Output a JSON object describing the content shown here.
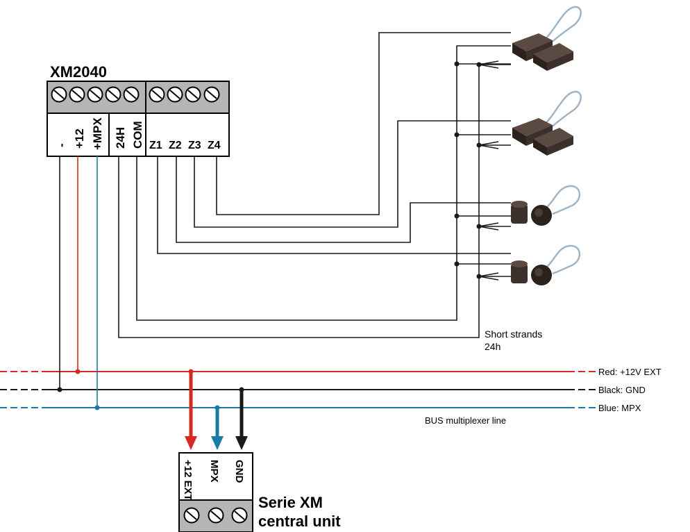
{
  "module": {
    "title": "XM2040",
    "terminals": [
      "-",
      "+12",
      "+MPX",
      "24H",
      "COM",
      "Z1",
      "Z2",
      "Z3",
      "Z4"
    ]
  },
  "central": {
    "title_line1": "Serie XM",
    "title_line2": "central unit",
    "terminals": [
      "+12 EXT",
      "MPX",
      "GND"
    ]
  },
  "bus": {
    "red_label": "Red: +12V EXT",
    "black_label": "Black: GND",
    "blue_label": "Blue: MPX",
    "bus_caption": "BUS multiplexer line"
  },
  "notes": {
    "short_strands_line1": "Short strands",
    "short_strands_line2": "24h"
  },
  "colors": {
    "red": "#d42a23",
    "black": "#1a1a1a",
    "blue": "#1b7ba6",
    "terminal_grey": "#b5b5b5",
    "sensor_brown": "#3b302b"
  },
  "sensors": [
    {
      "type": "rectangular-magnetic-contact"
    },
    {
      "type": "rectangular-magnetic-contact"
    },
    {
      "type": "round-magnetic-contact"
    },
    {
      "type": "round-magnetic-contact"
    }
  ]
}
